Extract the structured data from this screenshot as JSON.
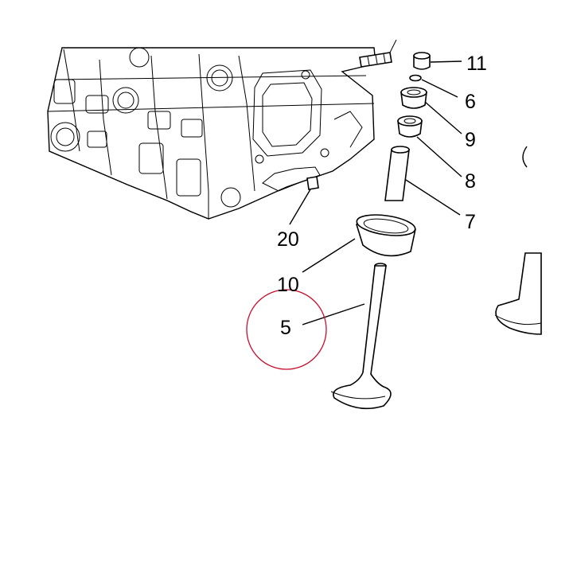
{
  "callouts": {
    "c11": "11",
    "c6": "6",
    "c9": "9",
    "c8": "8",
    "c7": "7",
    "c20": "20",
    "c10": "10",
    "c5": "5"
  },
  "highlight": {
    "target": "5",
    "color": "#c8102e"
  }
}
